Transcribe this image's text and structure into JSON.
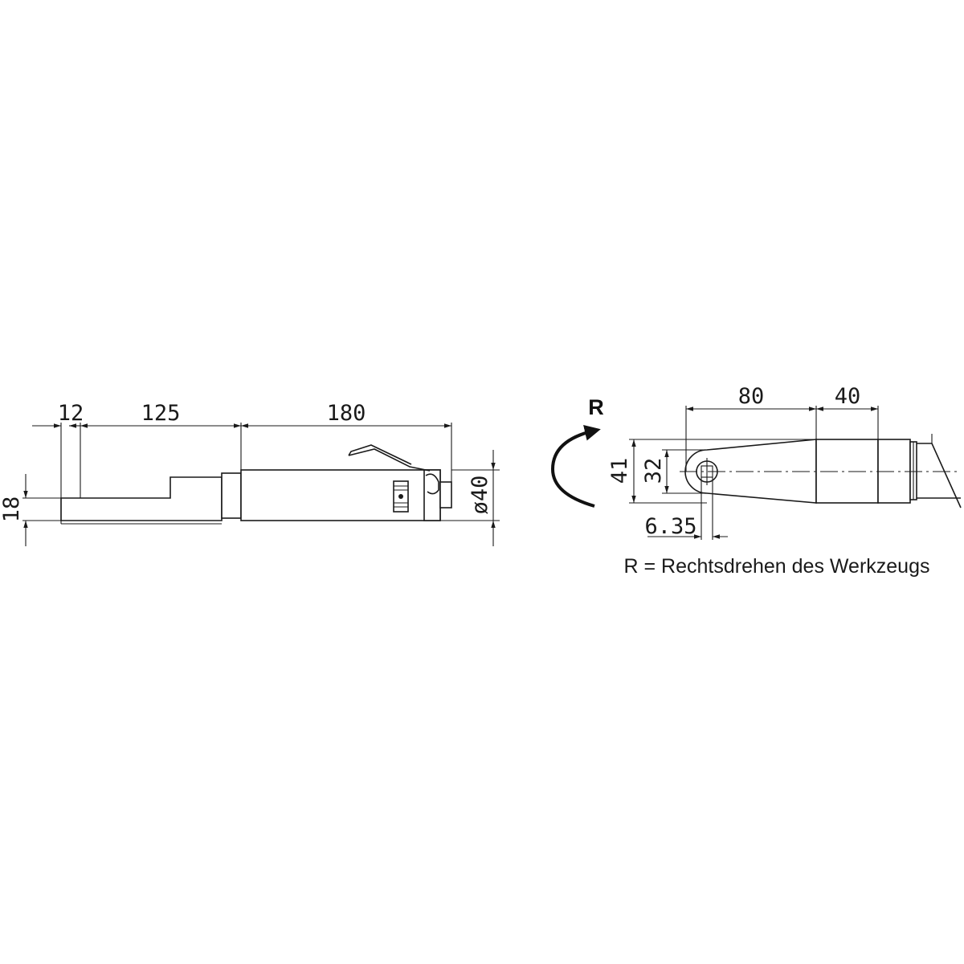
{
  "side_view": {
    "dim_tip": "12",
    "dim_anvil": "125",
    "dim_body": "180",
    "dim_height": "18",
    "dim_diameter": "ø40"
  },
  "top_view": {
    "rotation_label": "R",
    "dim_head": "80",
    "dim_neck": "40",
    "dim_outer": "41",
    "dim_inner": "32",
    "dim_drive": "6.35"
  },
  "caption": "R = Rechtsdrehen des Werkzeugs"
}
